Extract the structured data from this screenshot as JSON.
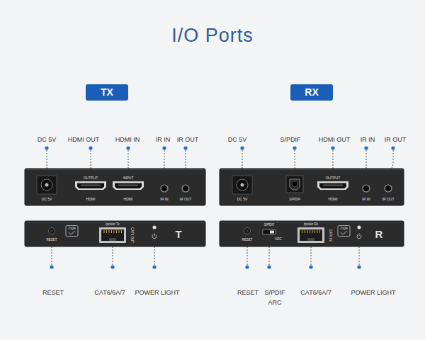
{
  "diagram": {
    "title": "I/O Ports",
    "nodes": [
      {
        "text": [
          "TX"
        ]
      },
      {
        "text": [
          "RX"
        ]
      },
      {
        "text": [
          "DC 5V",
          "OUTPUT",
          "HDMI",
          "INPUT",
          "HDMI",
          "IR IN",
          "IR OUT"
        ]
      },
      {
        "text": [
          "DC 5V",
          "S/PDIF",
          "OUTPUT",
          "HDMI",
          "IR IN",
          "IR OUT"
        ]
      },
      {
        "text": [
          "RESET",
          "7×24",
          "ipcolor Tx",
          "CAT6 OUT",
          "T"
        ]
      },
      {
        "text": [
          "RESET",
          "S/PDIF",
          "ARC",
          "ipcolor Rx",
          "CAT6 IN",
          "7×24",
          "R"
        ]
      }
    ],
    "labels": [
      "DC 5V",
      "HDMI OUT",
      "HDMI IN",
      "IR IN",
      "IR OUT",
      "DC 5V",
      "S/PDIF",
      "HDMI OUT",
      "IR IN",
      "IR OUT",
      "RESET",
      "CAT6/6A/7",
      "POWER LIGHT",
      "RESET",
      "S/PDIF ARC",
      "CAT6/6A/7",
      "POWER LIGHT"
    ]
  }
}
